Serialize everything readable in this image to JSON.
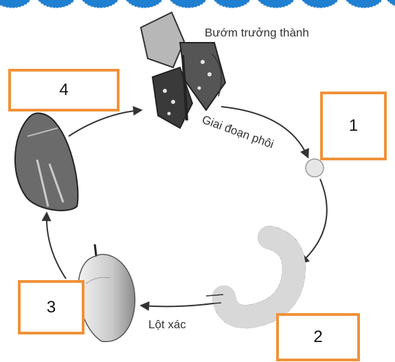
{
  "captions": {
    "adult": "Bướm trưởng thành",
    "embryo": "Giai đoạn phôi",
    "molt": "Lột xác"
  },
  "boxes": [
    {
      "id": "box-1",
      "label": "1"
    },
    {
      "id": "box-2",
      "label": "2"
    },
    {
      "id": "box-3",
      "label": "3"
    },
    {
      "id": "box-4",
      "label": "4"
    }
  ],
  "colors": {
    "box_border": "#f0923a",
    "top_band": "#1f7fd0",
    "line": "#333333"
  }
}
